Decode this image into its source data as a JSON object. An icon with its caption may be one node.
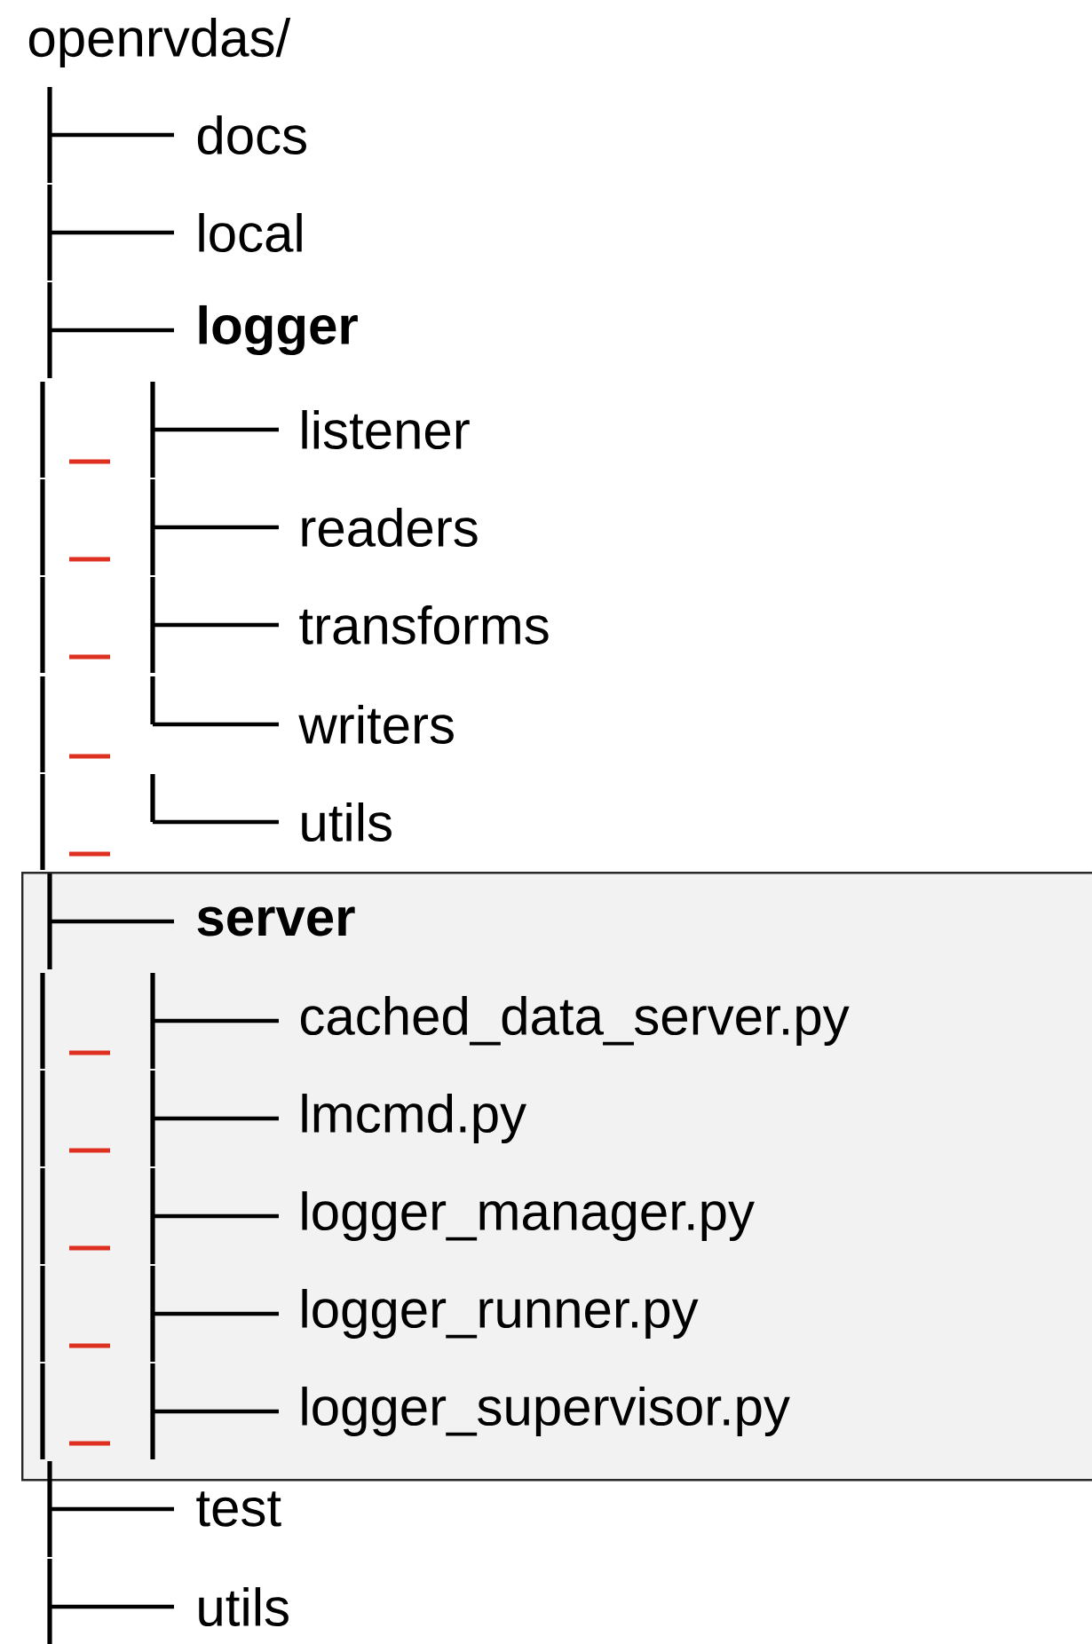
{
  "diagram": {
    "nodes": [
      {
        "text": [
          "server",
          "cached_data_server.py",
          "lmcmd.py",
          "logger_manager.py",
          "logger_runner.py",
          "logger_supervisor.py"
        ]
      }
    ],
    "labels": [
      "openrvdas/",
      "docs",
      "local",
      "logger",
      "listener",
      "readers",
      "transforms",
      "writers",
      "utils",
      "test",
      "utils"
    ]
  }
}
